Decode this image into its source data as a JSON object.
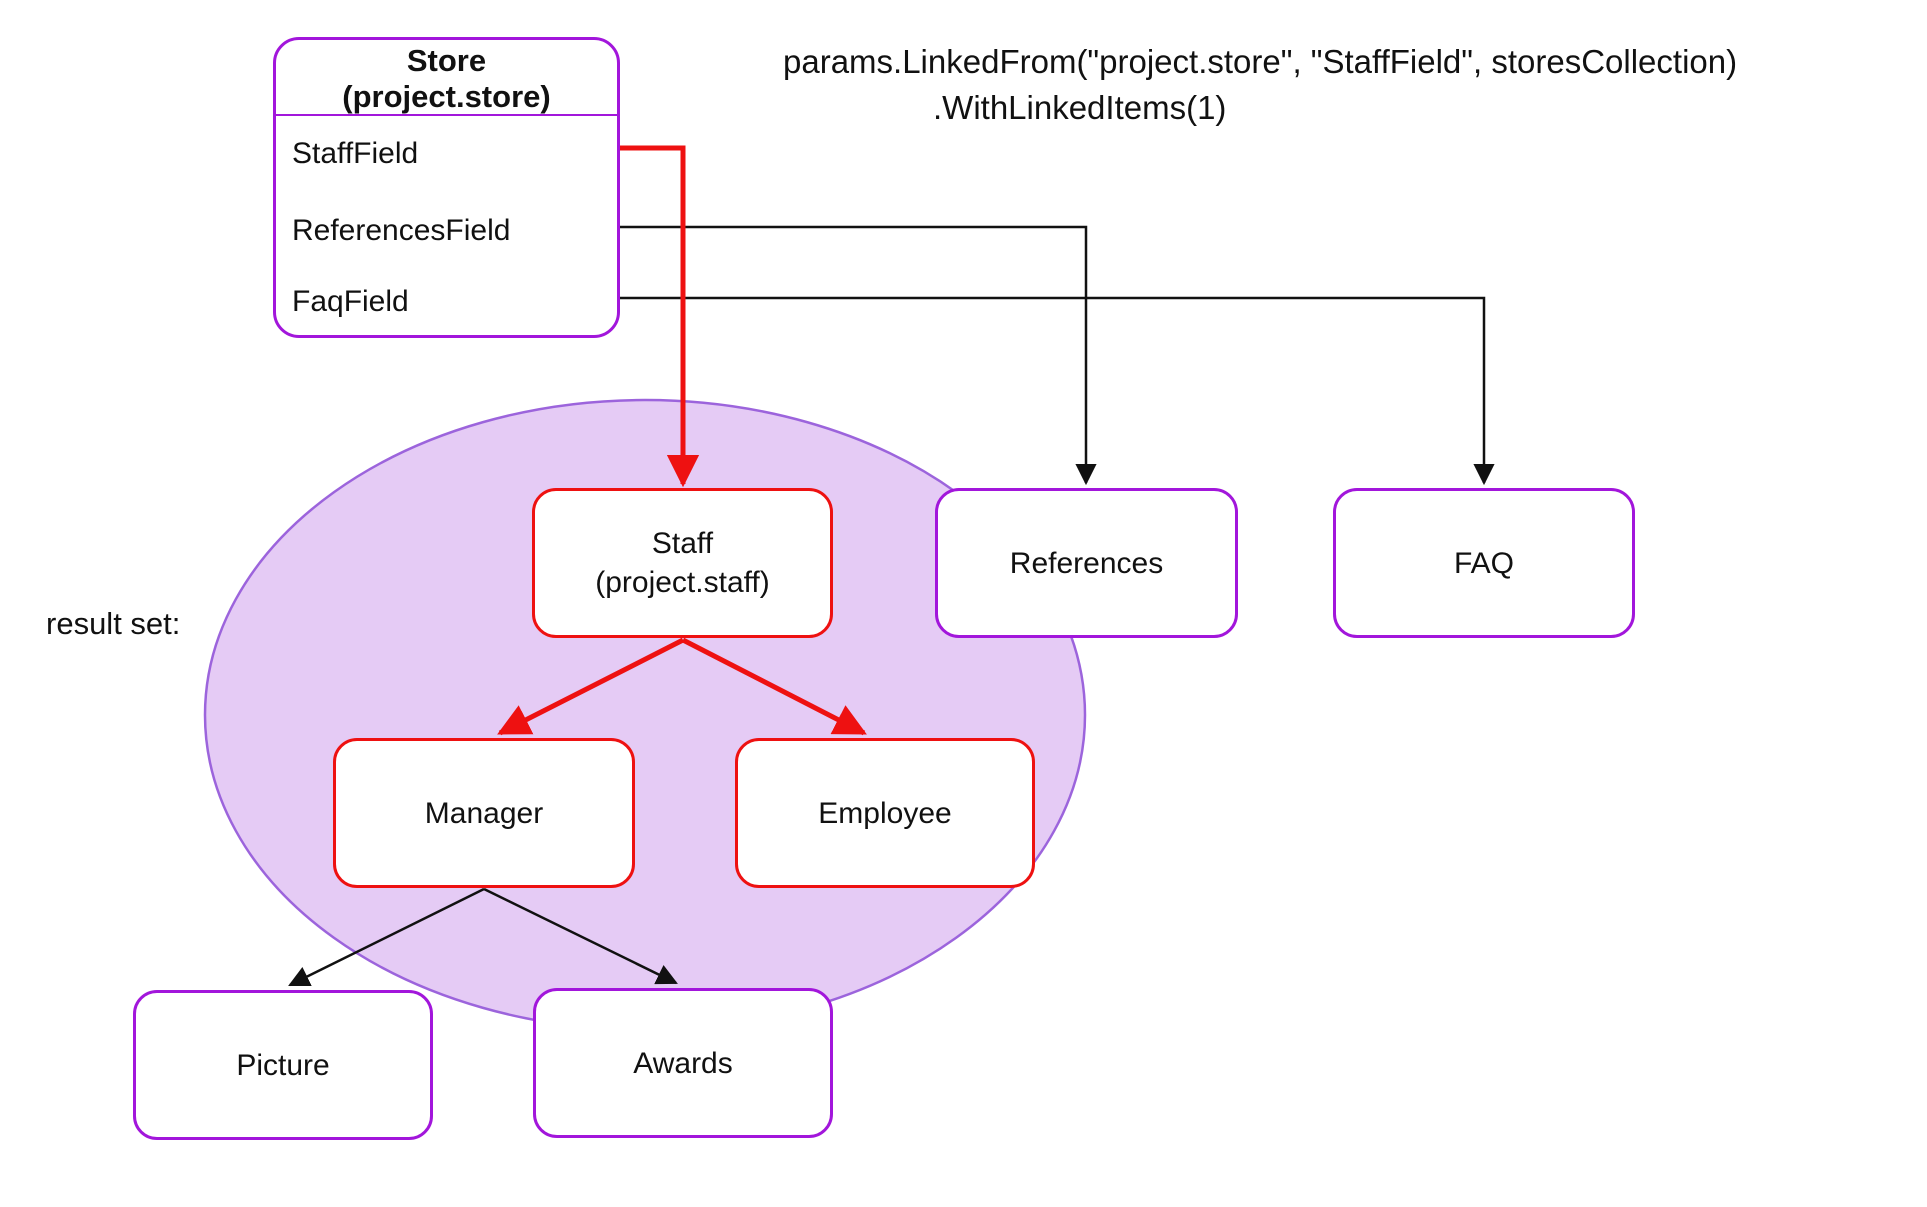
{
  "code": {
    "line1": "params.LinkedFrom(\"project.store\", \"StaffField\", storesCollection)",
    "line2": ".WithLinkedItems(1)"
  },
  "store": {
    "title_line1": "Store",
    "title_line2": "(project.store)",
    "fields": [
      "StaffField",
      "ReferencesField",
      "FaqField"
    ]
  },
  "result_set_label": "result set:",
  "nodes": {
    "staff_line1": "Staff",
    "staff_line2": "(project.staff)",
    "references": "References",
    "faq": "FAQ",
    "manager": "Manager",
    "employee": "Employee",
    "picture": "Picture",
    "awards": "Awards"
  },
  "colors": {
    "purple_border": "#a216db",
    "red_accent": "#ee1111",
    "black_line": "#111111",
    "ellipse_fill": "#e5cbf5",
    "ellipse_stroke": "#9c64dc",
    "text": "#111111",
    "background": "#ffffff"
  }
}
